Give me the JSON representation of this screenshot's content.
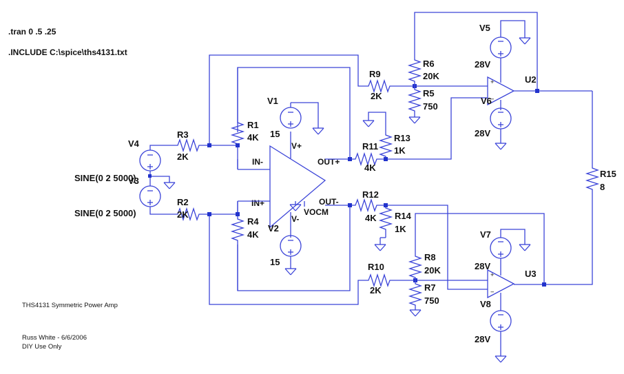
{
  "directives": {
    "tran": ".tran 0 .5 .25",
    "include": ".INCLUDE C:\\spice\\ths4131.txt"
  },
  "notes": {
    "title": "THS4131 Symmetric Power Amp",
    "author": "Russ White - 6/6/2006",
    "usage": "DIY Use Only"
  },
  "resistors": {
    "R1": {
      "name": "R1",
      "value": "4K"
    },
    "R2": {
      "name": "R2",
      "value": "2K"
    },
    "R3": {
      "name": "R3",
      "value": "2K"
    },
    "R4": {
      "name": "R4",
      "value": "4K"
    },
    "R5": {
      "name": "R5",
      "value": "750"
    },
    "R6": {
      "name": "R6",
      "value": "20K"
    },
    "R7": {
      "name": "R7",
      "value": "750"
    },
    "R8": {
      "name": "R8",
      "value": "20K"
    },
    "R9": {
      "name": "R9",
      "value": "2K"
    },
    "R10": {
      "name": "R10",
      "value": "2K"
    },
    "R11": {
      "name": "R11",
      "value": "4K"
    },
    "R12": {
      "name": "R12",
      "value": "4K"
    },
    "R13": {
      "name": "R13",
      "value": "1K"
    },
    "R14": {
      "name": "R14",
      "value": "1K"
    },
    "R15": {
      "name": "R15",
      "value": "8"
    }
  },
  "sources": {
    "V1": {
      "name": "V1",
      "value": "15"
    },
    "V2": {
      "name": "V2",
      "value": "15"
    },
    "V3": {
      "name": "V3",
      "value": "SINE(0 2 5000)"
    },
    "V4": {
      "name": "V4",
      "value": "SINE(0 2 5000)"
    },
    "V5": {
      "name": "V5",
      "value": "28V"
    },
    "V6": {
      "name": "V6",
      "value": "28V"
    },
    "V7": {
      "name": "V7",
      "value": "28V"
    },
    "V8": {
      "name": "V8",
      "value": "28V"
    }
  },
  "amps": {
    "U2": "U2",
    "U3": "U3"
  },
  "pins": {
    "in_minus": "IN-",
    "in_plus": "IN+",
    "out_plus": "OUT+",
    "out_minus": "OUT-",
    "v_plus": "V+",
    "v_minus": "V-",
    "vocm": "VOCM"
  }
}
